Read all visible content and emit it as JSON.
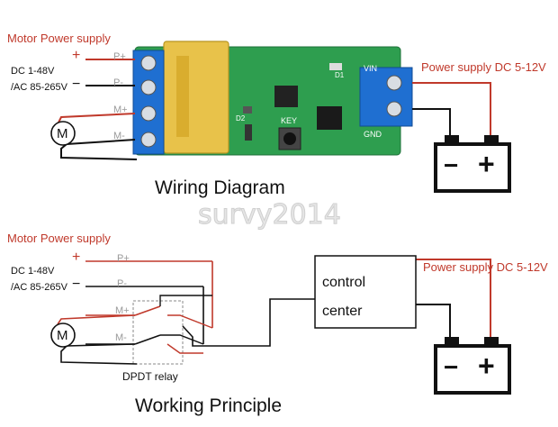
{
  "top": {
    "motor_power_supply": "Motor Power supply",
    "dc_range": "DC 1-48V",
    "ac_range": "/AC 85-265V",
    "plus": "+",
    "minus": "−",
    "terminals": [
      "P+",
      "P-",
      "M+",
      "M-"
    ],
    "board_labels": {
      "vin": "VIN",
      "gnd": "GND",
      "key": "KEY",
      "d1": "D1",
      "d2": "D2"
    },
    "power_supply": "Power supply DC 5-12V",
    "title": "Wiring Diagram",
    "motor": "M",
    "battery_minus": "−",
    "battery_plus": "+"
  },
  "watermark": "survy2014",
  "bottom": {
    "motor_power_supply": "Motor Power supply",
    "dc_range": "DC 1-48V",
    "ac_range": "/AC 85-265V",
    "plus": "+",
    "minus": "−",
    "terminals": [
      "P+",
      "P-",
      "M+",
      "M-"
    ],
    "relay_label": "DPDT relay",
    "control_line1": "control",
    "control_line2": "center",
    "power_supply": "Power supply DC 5-12V",
    "title": "Working Principle",
    "motor": "M",
    "battery_minus": "−",
    "battery_plus": "+"
  },
  "colors": {
    "wire_red": "#c0392b",
    "wire_black": "#111111",
    "board_green": "#2e9e4f",
    "terminal_blue": "#1f6fd1",
    "relay_yellow": "#e8c24a"
  }
}
